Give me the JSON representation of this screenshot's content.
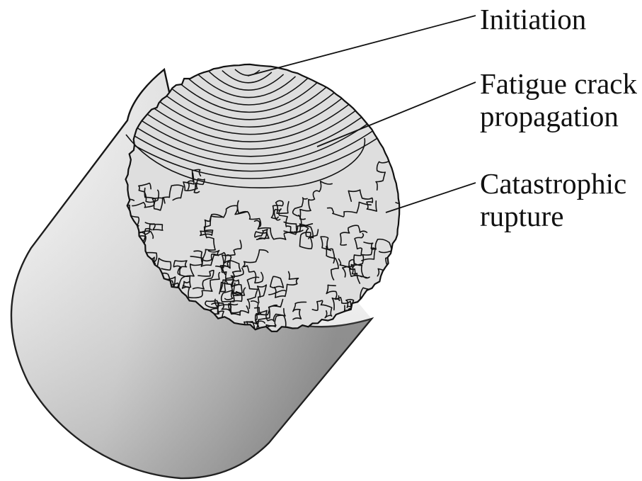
{
  "labels": {
    "initiation": "Initiation",
    "fatigue_line1": "Fatigue crack",
    "fatigue_line2": "propagation",
    "catastrophic_line1": "Catastrophic",
    "catastrophic_line2": "rupture"
  },
  "colors": {
    "cylinder_light": "#f4f4f4",
    "cylinder_mid": "#cfcfcf",
    "cylinder_dark": "#8e8e8e",
    "fracture_surface": "#dedede",
    "line": "#111111"
  }
}
